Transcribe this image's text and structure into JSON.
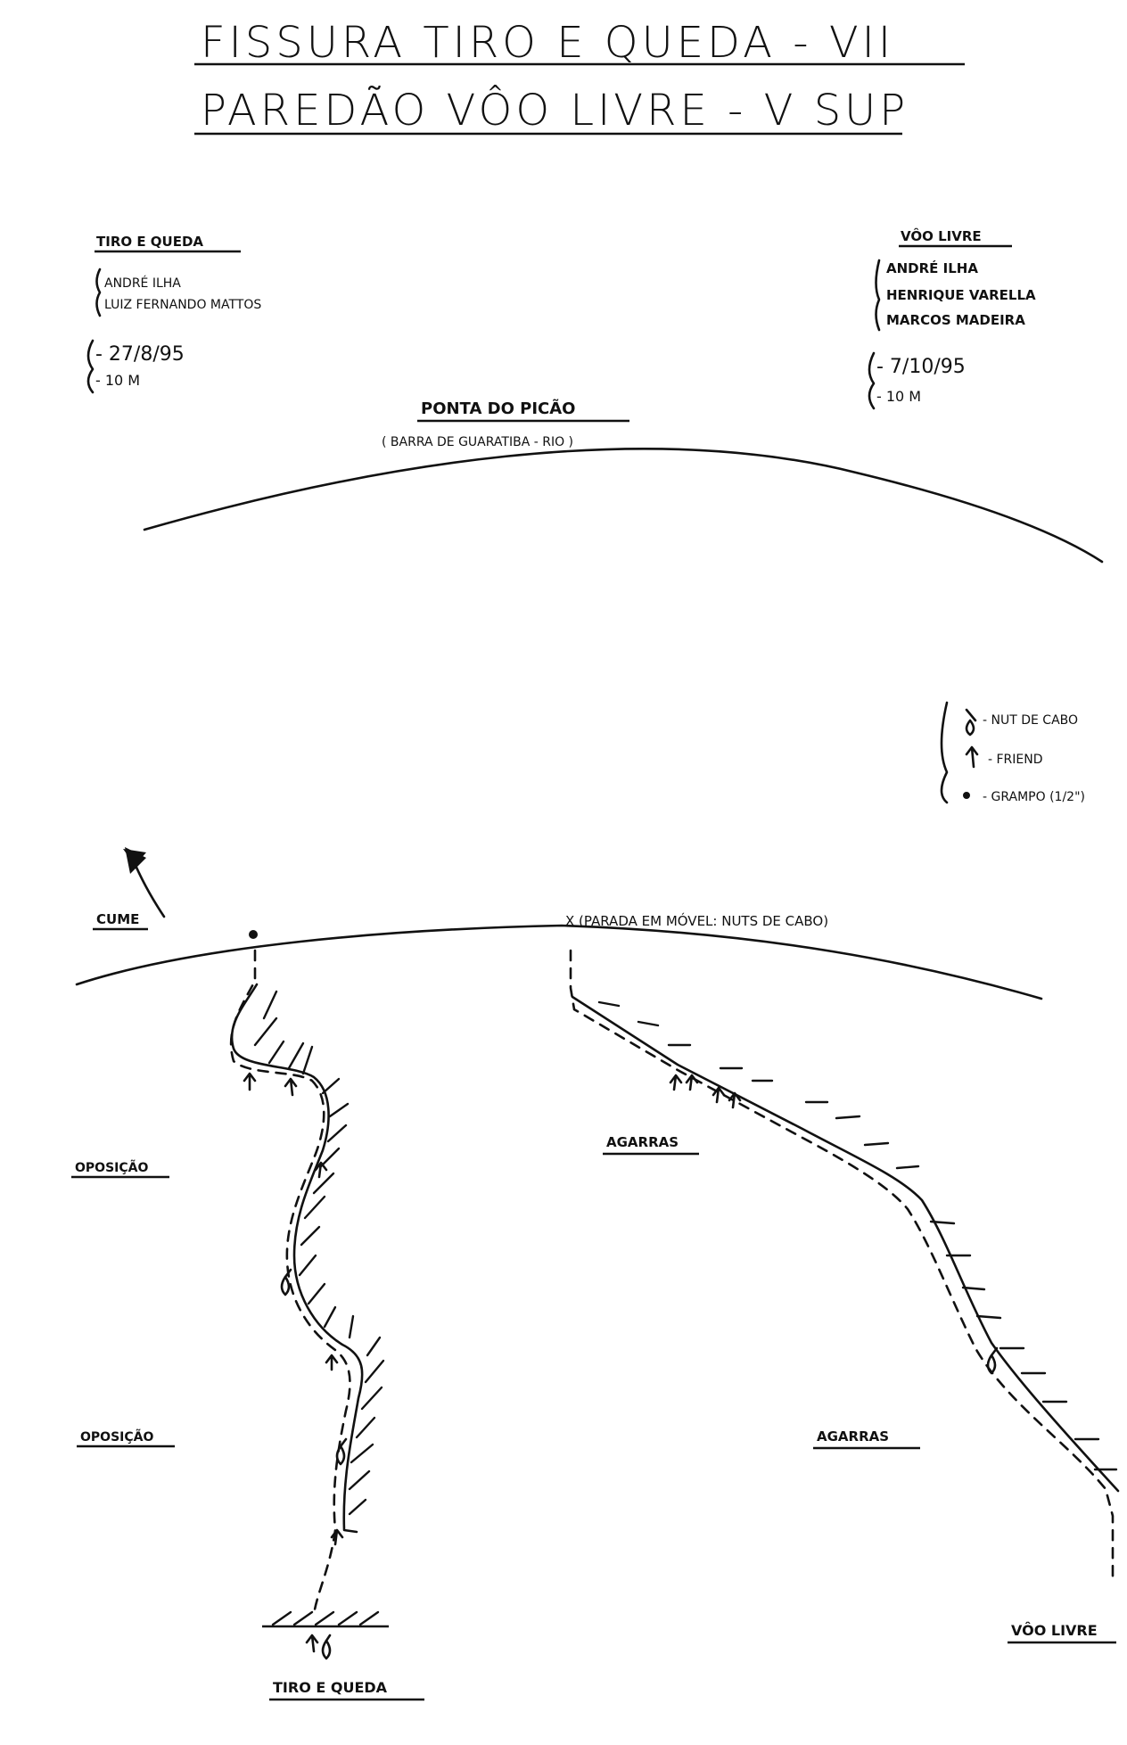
{
  "title": {
    "line1": "FISSURA TIRO E QUEDA - VII",
    "line2": "PAREDÃO VÔO LIVRE - V sup"
  },
  "tiro_e_queda": {
    "heading": "TIRO E QUEDA",
    "climbers": [
      "ANDRÉ ILHA",
      "LUIZ FERNANDO MATTOS"
    ],
    "date": "- 27/8/95",
    "length": "- 10 m"
  },
  "voo_livre": {
    "heading": "VÔO LIVRE",
    "climbers": [
      "ANDRÉ ILHA",
      "HENRIQUE VARELLA",
      "MARCOS MADEIRA"
    ],
    "date": "- 7/10/95",
    "length": "- 10 m"
  },
  "location": {
    "name": "PONTA DO PICÃO",
    "region": "( BARRA DE GUARATIBA - RIO )"
  },
  "legend": [
    {
      "symbol": "nut-icon",
      "label": "- NUT DE CABO"
    },
    {
      "symbol": "friend-icon",
      "label": "- FRIEND"
    },
    {
      "symbol": "bolt-icon",
      "label": "- GRAMPO (1/2\")"
    }
  ],
  "diagram": {
    "summit_label": "CUME",
    "anchor_label": "X (PARADA EM MÓVEL: NUTS DE CABO)",
    "left_zone_labels": [
      "OPOSIÇÃO",
      "OPOSIÇÃO"
    ],
    "right_zone_labels": [
      "AGARRAS",
      "AGARRAS"
    ],
    "route_left_label": "TIRO E QUEDA",
    "route_right_label": "VÔO LIVRE"
  }
}
